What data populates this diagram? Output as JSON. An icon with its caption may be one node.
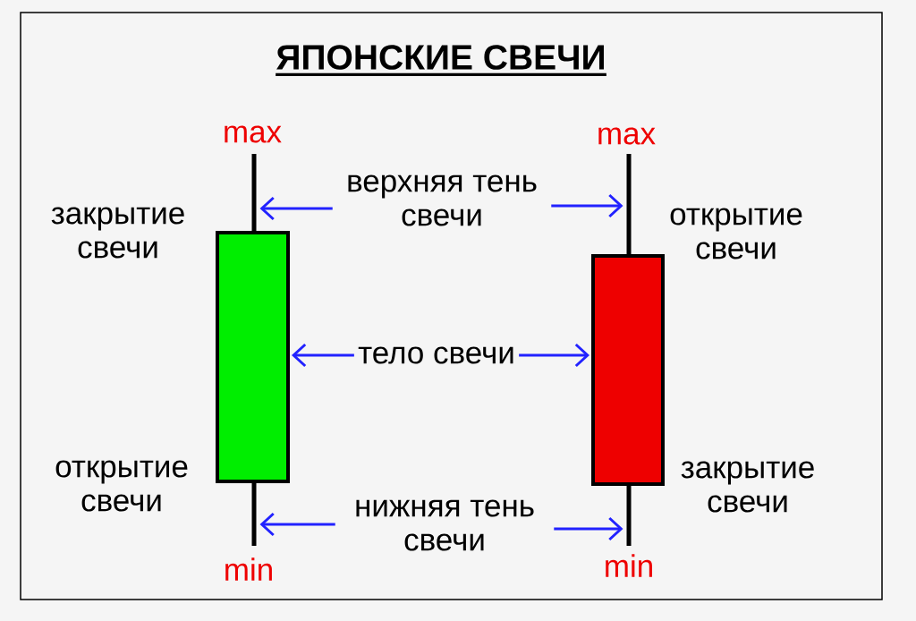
{
  "diagram": {
    "title": "ЯПОНСКИЕ СВЕЧИ",
    "nodes": [
      {
        "text": [],
        "shape": "bar",
        "beside": [
          "max"
        ]
      },
      {
        "text": [
          "верхняя тень свечи"
        ]
      },
      {
        "text": [],
        "shape": "bar",
        "beside": [
          "max"
        ]
      },
      {
        "text": [],
        "shape": "box",
        "beside": [
          "закрытие свечи",
          "открытие свечи"
        ]
      },
      {
        "text": [
          "тело свечи"
        ]
      },
      {
        "text": [],
        "shape": "box",
        "beside": [
          "открытие свечи",
          "закрытие свечи"
        ]
      },
      {
        "text": [],
        "shape": "bar",
        "beside": [
          "min"
        ]
      },
      {
        "text": [
          "нижняя тень свечи"
        ]
      },
      {
        "text": [],
        "shape": "bar",
        "beside": [
          "min"
        ]
      }
    ],
    "edges": [
      {
        "from": 1,
        "to": 0,
        "arrow": "to"
      },
      {
        "from": 1,
        "to": 2,
        "arrow": "to"
      },
      {
        "from": 4,
        "to": 3,
        "arrow": "to"
      },
      {
        "from": 4,
        "to": 5,
        "arrow": "to"
      },
      {
        "from": 7,
        "to": 6,
        "arrow": "to"
      },
      {
        "from": 7,
        "to": 8,
        "arrow": "to"
      }
    ]
  }
}
